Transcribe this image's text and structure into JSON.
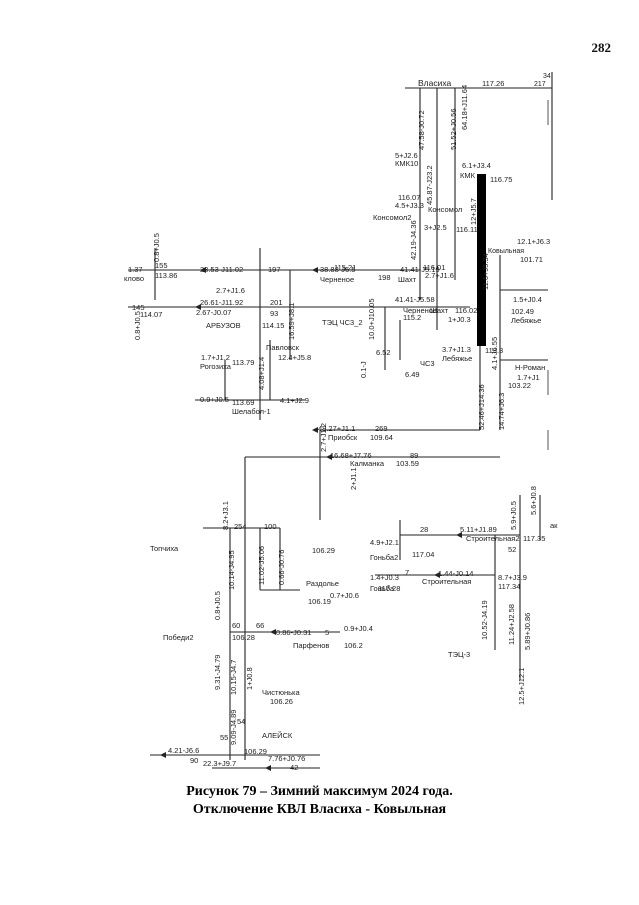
{
  "page_number": "282",
  "caption": {
    "line1": "Рисунок 79 – Зимний максимум 2024 года.",
    "line2": "Отключение КВЛ Власиха - Ковыльная"
  },
  "substations": {
    "vlasikha": "Власиха",
    "kmk": "КМК",
    "kmk10": "КМК10",
    "konsomol": "Консомол",
    "konsomol2": "Консомол2",
    "chernoe": "Черненое",
    "shakh": "Шахт",
    "tec": "ТЭЦ ЧС3_2",
    "chs3": "ЧС3",
    "lebyazh": "Лебяжье",
    "lebyazhe2": "Лебяжье",
    "kovylnaya": "Ковыльная",
    "nroman": "Н-Роман",
    "arbuzov": "АРБУЗОВ",
    "rogozikha": "Рогозиха",
    "pavlovsk": "Павловск",
    "shelabol": "Шелабол-1",
    "priobsk": "Приобск",
    "kalmanka": "Калманка",
    "topchikha": "Топчиха",
    "razdolnoe": "Раздолье",
    "pobeda": "Победи2",
    "parfenov": "Парфенов",
    "chistyunka": "Чистюнька",
    "aleysk": "АЛЕЙСК",
    "stroitelnaya2": "Строительная2",
    "stroitelnaya": "Строительная",
    "gonba": "Гоньба",
    "gonba2": "Гоньба2",
    "tec3": "ТЭЦ-3",
    "klovo": "клово"
  },
  "flows": {
    "vlasikha_kv": "117.26",
    "top_right_a": "34.",
    "top_right_b": "217",
    "v1": "47.58-J0.72",
    "v2": "51.52+J0.56",
    "v3": "64.18+J11.64",
    "kmk_a": "5+J2.6",
    "kmk_b": "45.87-J23.2",
    "kmk_c": "6.1+J3.4",
    "kmk_kv": "116.75",
    "kons_kv": "116.07",
    "kons_a": "4.5+J3.3",
    "kons_b": "3+J2.5",
    "kons_c": "42.19-J4.36",
    "kons_d": "12+J5.7",
    "kons_kv2": "116.11",
    "kovyl_a": "12.1+J6.3",
    "kovyl_kv": "101.71",
    "chern_a": "38.88-J6.5",
    "chern_b": "28.53-J11.02",
    "chern_kv": "115.21",
    "chern_c": "41.41-J5.19",
    "chern_d": "2.7+J1.6",
    "kv_116_01": "116.01",
    "klovo_a": "1.37",
    "klovo_b": "0.8+J0.5",
    "klovo_kv": "113.86",
    "line_155": "155",
    "line_197": "197",
    "line_198": "198",
    "line_145": "145",
    "arb_a": "2.7+J1.6",
    "arb_b": "26.61-J11.92",
    "arb_c": "2.67-J0.07",
    "arb_kv": "114.07",
    "arb_kv2": "114.15",
    "line_201": "201",
    "line_93": "93",
    "shakh_a": "41.41-J5.58",
    "shakh_b": "1+J0.3",
    "shakh_kv": "116.02",
    "shakh_kv2": "115.2",
    "leb_a": "1.5+J0.4",
    "leb_kv": "102.49",
    "leb_b": "3.7+J1.3",
    "leb_kv2": "113.3",
    "tec_a": "10.0+J10.05",
    "tec_b": "0.1-J",
    "tec_kv": "6.49",
    "tec_c": "6.52",
    "rogo_a": "1.7+J1.2",
    "rogo_kv": "113.79",
    "pav_a": "12.4+J5.8",
    "pav_b": "4.08+J1.4",
    "pav_c": "16.59+J8.1",
    "shel_a": "0.9+J0.5",
    "shel_kv": "113.69",
    "shel_b": "4.1+J2.9",
    "nrom_a": "1.7+J1",
    "nrom_kv": "103.22",
    "nrom_b": "14.74+J6.3",
    "vert_a": "52.46+J14.36",
    "vert_b": "11.6+J5.34",
    "vert_c": "4.1+J6.55",
    "prio_a": "48.27+J1.1",
    "prio_kv": "109.64",
    "prio_b": "2.7+J1.2",
    "line_269": "269",
    "kalm_a": "16.68+J7.76",
    "kalm_kv": "103.59",
    "kalm_b": "2+J1.1",
    "line_89": "89",
    "top_a": "8.2+J3.1",
    "line_254": "254",
    "line_100": "100",
    "top_b": "11.02-J5.06",
    "top_c": "0.66-J0.76",
    "top_kv": "106.29",
    "razd_kv": "106.19",
    "razd_a": "0.7+J0.6",
    "pob_a": "0.8+J0.5",
    "pob_b": "10.14-J4.95",
    "line_60": "60",
    "line_66": "66",
    "par_a": "0.86-J0.31",
    "par_b": "0.9+J0.4",
    "par_kv": "106.2",
    "line_5": "5",
    "pob_kv": "106.28",
    "pob_c": "9.31-J4.79",
    "chis_a": "10.15-J4.7",
    "chis_b": "1+J0.8",
    "chis_kv": "106.26",
    "chis_c": "9.09-J4.89",
    "line_54": "54",
    "line_55": "55",
    "ale_a": "4.21-J6.6",
    "ale_kv": "106.29",
    "ale_b": "7.76+J0.76",
    "ale_c": "22.3+J9.7",
    "line_90": "90",
    "line_42": "42",
    "str_a": "5.11+J1.89",
    "str_b": "5.9+J0.5",
    "str_c": "5.6+J0.8",
    "str_kv": "117.35",
    "line_28": "28",
    "gon_a": "4.9+J2.1",
    "gon_kv": "117.04",
    "gon_b": "1.4+J0.3",
    "gon_c": "1.44-J0.14",
    "gon_kv2": "117.28",
    "line_7": "7",
    "str_d": "8.7+J3.9",
    "str_kv2": "117.34",
    "str_e": "10.52-J4.19",
    "str_f": "11.24+J2.58",
    "str_g": "5.89+J0.86",
    "line_52": "52",
    "str_h": "12.5+J12.1",
    "gak": "ак"
  }
}
